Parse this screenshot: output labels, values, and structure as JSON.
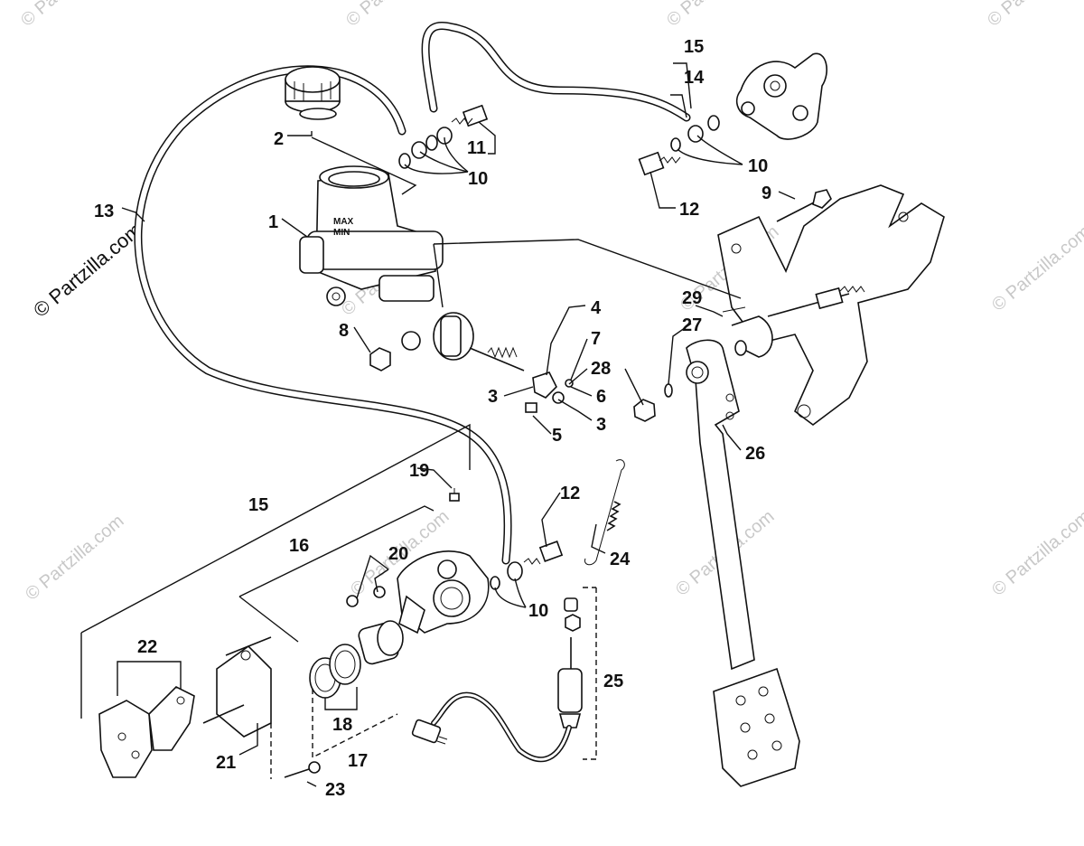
{
  "watermarks": {
    "main": "© Partzilla.com",
    "faint": "© Partzilla.com"
  },
  "callouts": {
    "c1": "1",
    "c2": "2",
    "c3a": "3",
    "c3b": "3",
    "c4": "4",
    "c5": "5",
    "c6": "6",
    "c7": "7",
    "c8": "8",
    "c9": "9",
    "c10a": "10",
    "c10b": "10",
    "c10c": "10",
    "c11": "11",
    "c12a": "12",
    "c12b": "12",
    "c13": "13",
    "c14": "14",
    "c15a": "15",
    "c15b": "15",
    "c16": "16",
    "c17": "17",
    "c18": "18",
    "c19": "19",
    "c20": "20",
    "c21": "21",
    "c22": "22",
    "c23": "23",
    "c24": "24",
    "c25": "25",
    "c26": "26",
    "c27": "27",
    "c28": "28",
    "c29": "29"
  },
  "reservoir_marks": {
    "max": "MAX",
    "min": "MIN"
  }
}
